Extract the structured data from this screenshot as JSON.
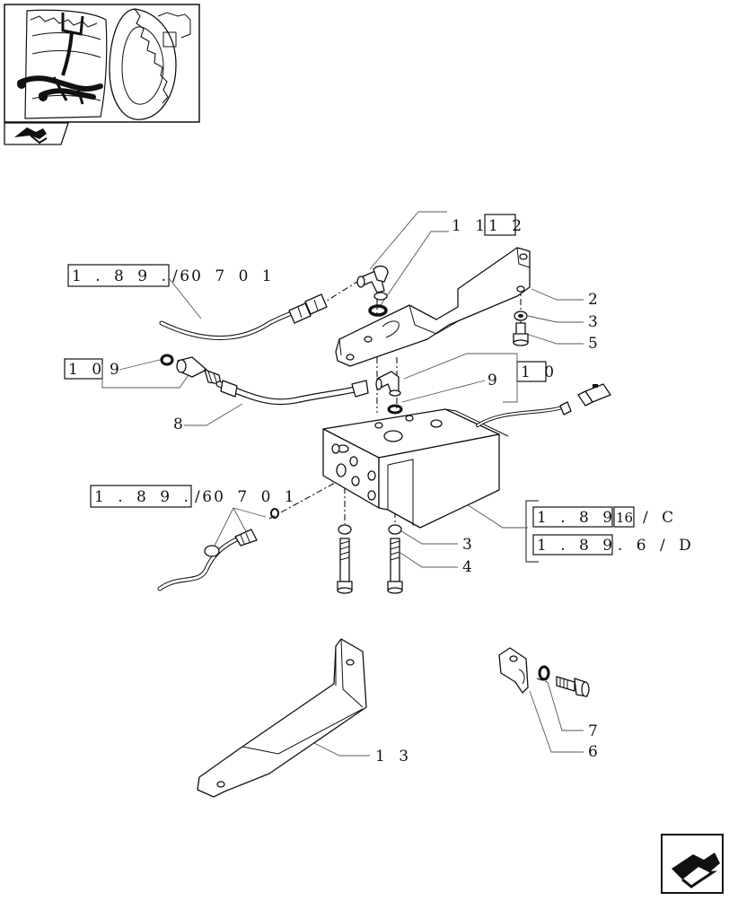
{
  "thumbnail": {
    "icon": "tractor-rear-hitch-thumbnail"
  },
  "nav": {
    "prev_icon": "previous-page-arrow-icon",
    "next_icon": "next-page-arrow-icon"
  },
  "refs": {
    "r1112": {
      "a": "1 1",
      "b": "1 2"
    },
    "r_top": {
      "box": "1 . 8 9 . 6",
      "rest": "/ 0 7   0 1"
    },
    "r109_left": {
      "box": "1 0",
      "num": "9"
    },
    "r109_right": {
      "num": "9",
      "box": "1 0"
    },
    "r_mid": {
      "box": "1 . 8 9 . 6",
      "rest": "/ 0 7   0 1"
    },
    "r16c": {
      "box": "1 . 8 9 .",
      "box2": "16",
      "rest": "/ C"
    },
    "r6d": {
      "box": "1 . 8 9",
      "rest": ". 6 / D"
    }
  },
  "callouts": {
    "c2": "2",
    "c3a": "3",
    "c5": "5",
    "c8": "8",
    "c3b": "3",
    "c4": "4",
    "c13": "1 3",
    "c7": "7",
    "c6": "6"
  }
}
